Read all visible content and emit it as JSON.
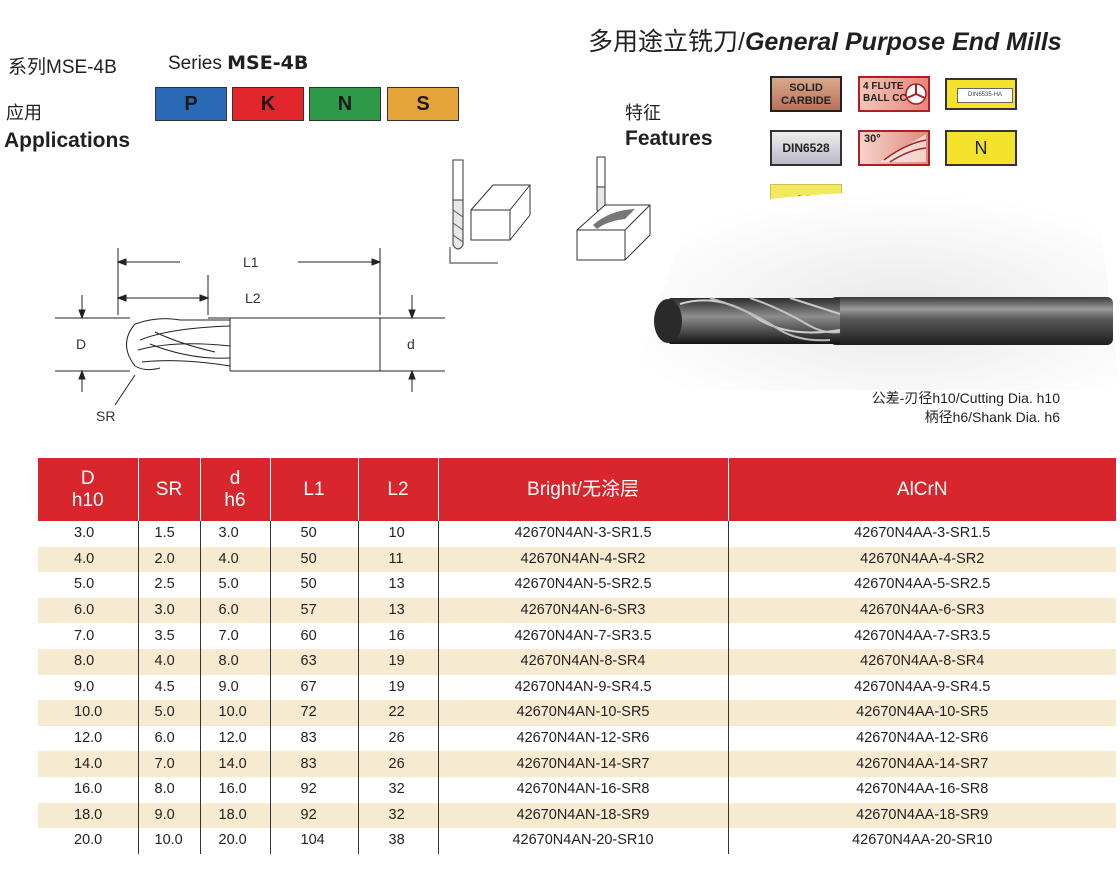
{
  "header": {
    "title_cn": "多用途立铣刀/",
    "title_en": "General Purpose End Mills",
    "series_cn": "系列MSE-4B",
    "series_en_prefix": "Series ",
    "series_en_name": "MSE-4B",
    "applications_cn": "应用",
    "applications_en": "Applications",
    "features_cn": "特征",
    "features_en": "Features"
  },
  "applications": [
    {
      "label": "P",
      "color": "#2a6ab5"
    },
    {
      "label": "K",
      "color": "#e0262b"
    },
    {
      "label": "N",
      "color": "#2e9a48"
    },
    {
      "label": "S",
      "color": "#e5a43a"
    }
  ],
  "features": {
    "solid_carbide_1": "SOLID",
    "solid_carbide_2": "CARBIDE",
    "flute_1": "4 FLUTE",
    "flute_2": "BALL CC",
    "din6535": "DIN6535-HA",
    "din6528": "DIN6528",
    "helix": "30°",
    "n": "N",
    "an": "AN"
  },
  "diagram": {
    "L1": "L1",
    "L2": "L2",
    "D": "D",
    "d": "d",
    "SR": "SR"
  },
  "tolerance": {
    "line1": "公差-刃径h10/Cutting Dia. h10",
    "line2": "柄径h6/Shank Dia. h6"
  },
  "table": {
    "headers": [
      "D\nh10",
      "SR",
      "d\nh6",
      "L1",
      "L2",
      "Bright/无涂层",
      "AlCrN"
    ],
    "rows": [
      [
        "3.0",
        "1.5",
        "3.0",
        "50",
        "10",
        "42670N4AN-3-SR1.5",
        "42670N4AA-3-SR1.5"
      ],
      [
        "4.0",
        "2.0",
        "4.0",
        "50",
        "11",
        "42670N4AN-4-SR2",
        "42670N4AA-4-SR2"
      ],
      [
        "5.0",
        "2.5",
        "5.0",
        "50",
        "13",
        "42670N4AN-5-SR2.5",
        "42670N4AA-5-SR2.5"
      ],
      [
        "6.0",
        "3.0",
        "6.0",
        "57",
        "13",
        "42670N4AN-6-SR3",
        "42670N4AA-6-SR3"
      ],
      [
        "7.0",
        "3.5",
        "7.0",
        "60",
        "16",
        "42670N4AN-7-SR3.5",
        "42670N4AA-7-SR3.5"
      ],
      [
        "8.0",
        "4.0",
        "8.0",
        "63",
        "19",
        "42670N4AN-8-SR4",
        "42670N4AA-8-SR4"
      ],
      [
        "9.0",
        "4.5",
        "9.0",
        "67",
        "19",
        "42670N4AN-9-SR4.5",
        "42670N4AA-9-SR4.5"
      ],
      [
        "10.0",
        "5.0",
        "10.0",
        "72",
        "22",
        "42670N4AN-10-SR5",
        "42670N4AA-10-SR5"
      ],
      [
        "12.0",
        "6.0",
        "12.0",
        "83",
        "26",
        "42670N4AN-12-SR6",
        "42670N4AA-12-SR6"
      ],
      [
        "14.0",
        "7.0",
        "14.0",
        "83",
        "26",
        "42670N4AN-14-SR7",
        "42670N4AA-14-SR7"
      ],
      [
        "16.0",
        "8.0",
        "16.0",
        "92",
        "32",
        "42670N4AN-16-SR8",
        "42670N4AA-16-SR8"
      ],
      [
        "18.0",
        "9.0",
        "18.0",
        "92",
        "32",
        "42670N4AN-18-SR9",
        "42670N4AA-18-SR9"
      ],
      [
        "20.0",
        "10.0",
        "20.0",
        "104",
        "38",
        "42670N4AN-20-SR10",
        "42670N4AA-20-SR10"
      ]
    ]
  }
}
